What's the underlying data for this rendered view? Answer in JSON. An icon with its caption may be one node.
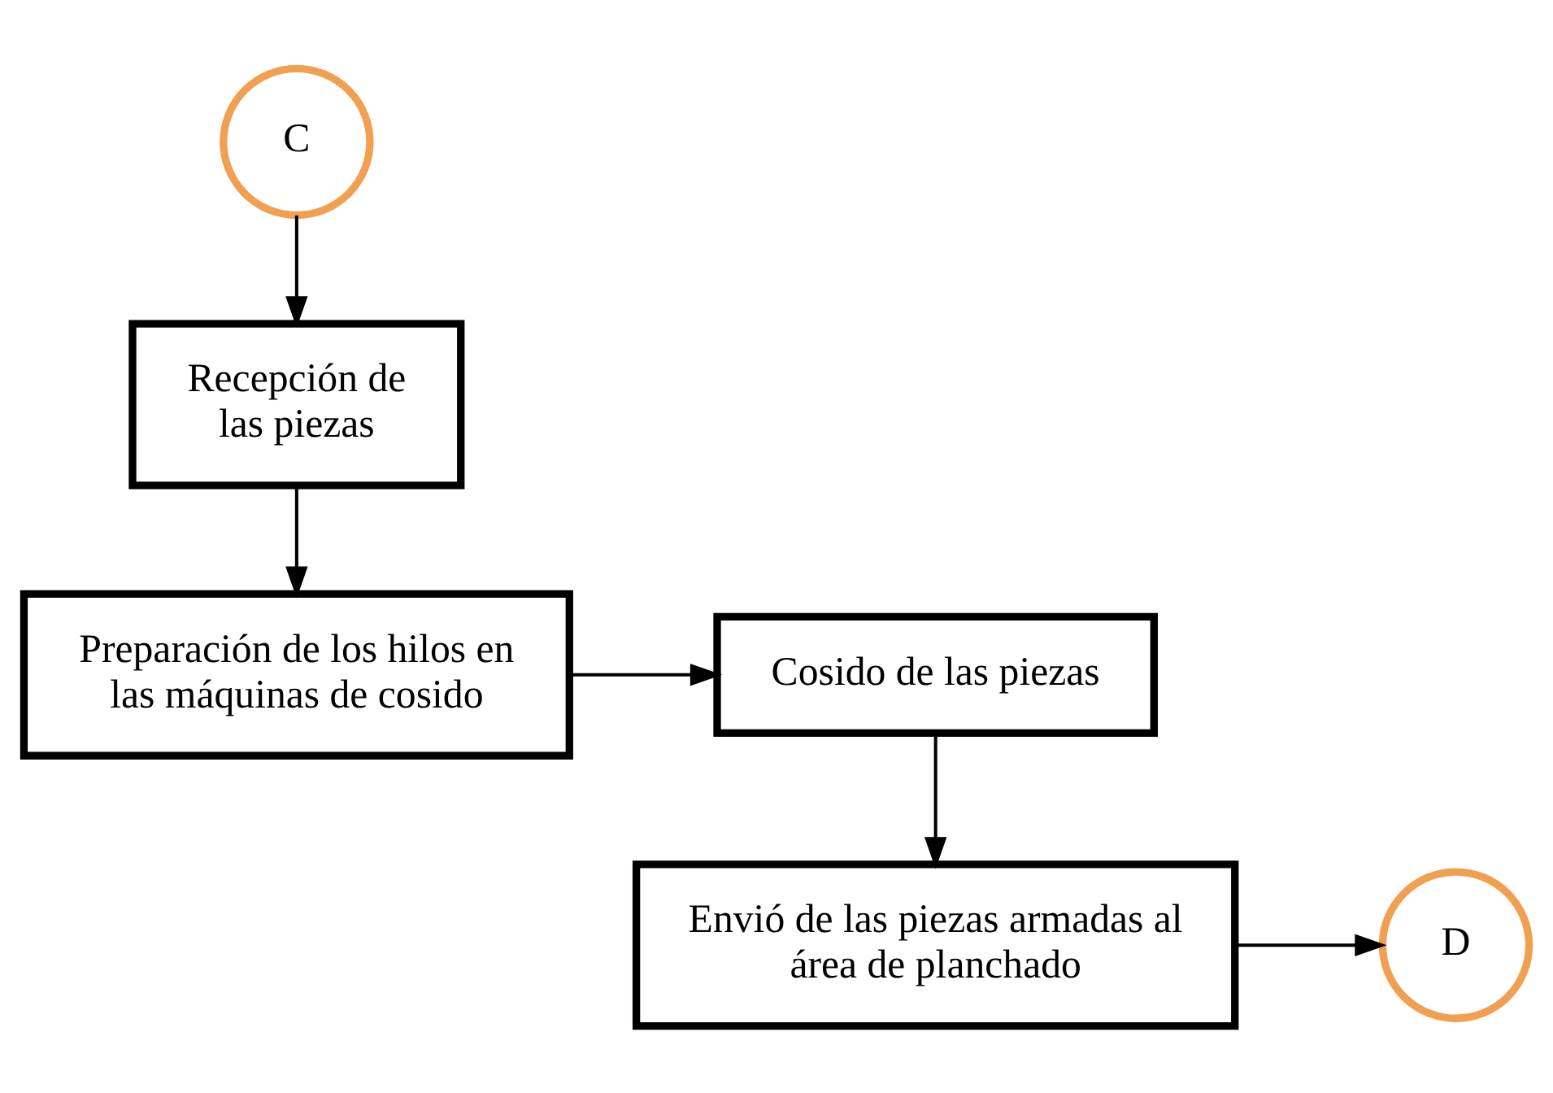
{
  "diagram": {
    "nodes": [
      {
        "text": [
          "C"
        ]
      },
      {
        "text": [
          "Recepción de las piezas"
        ]
      },
      {
        "text": [
          "Preparación de los hilos en las máquinas de cosido"
        ]
      },
      {
        "text": [
          "Cosido de las piezas"
        ]
      },
      {
        "text": [
          "Envió de las piezas armadas al área de planchado"
        ]
      },
      {
        "text": [
          "D"
        ]
      }
    ],
    "edges": [
      {
        "from": 0,
        "to": 1,
        "arrow": "to"
      },
      {
        "from": 1,
        "to": 2,
        "arrow": "to"
      },
      {
        "from": 2,
        "to": 3,
        "arrow": "to"
      },
      {
        "from": 3,
        "to": 4,
        "arrow": "to"
      },
      {
        "from": 4,
        "to": 5,
        "arrow": "to"
      }
    ]
  }
}
